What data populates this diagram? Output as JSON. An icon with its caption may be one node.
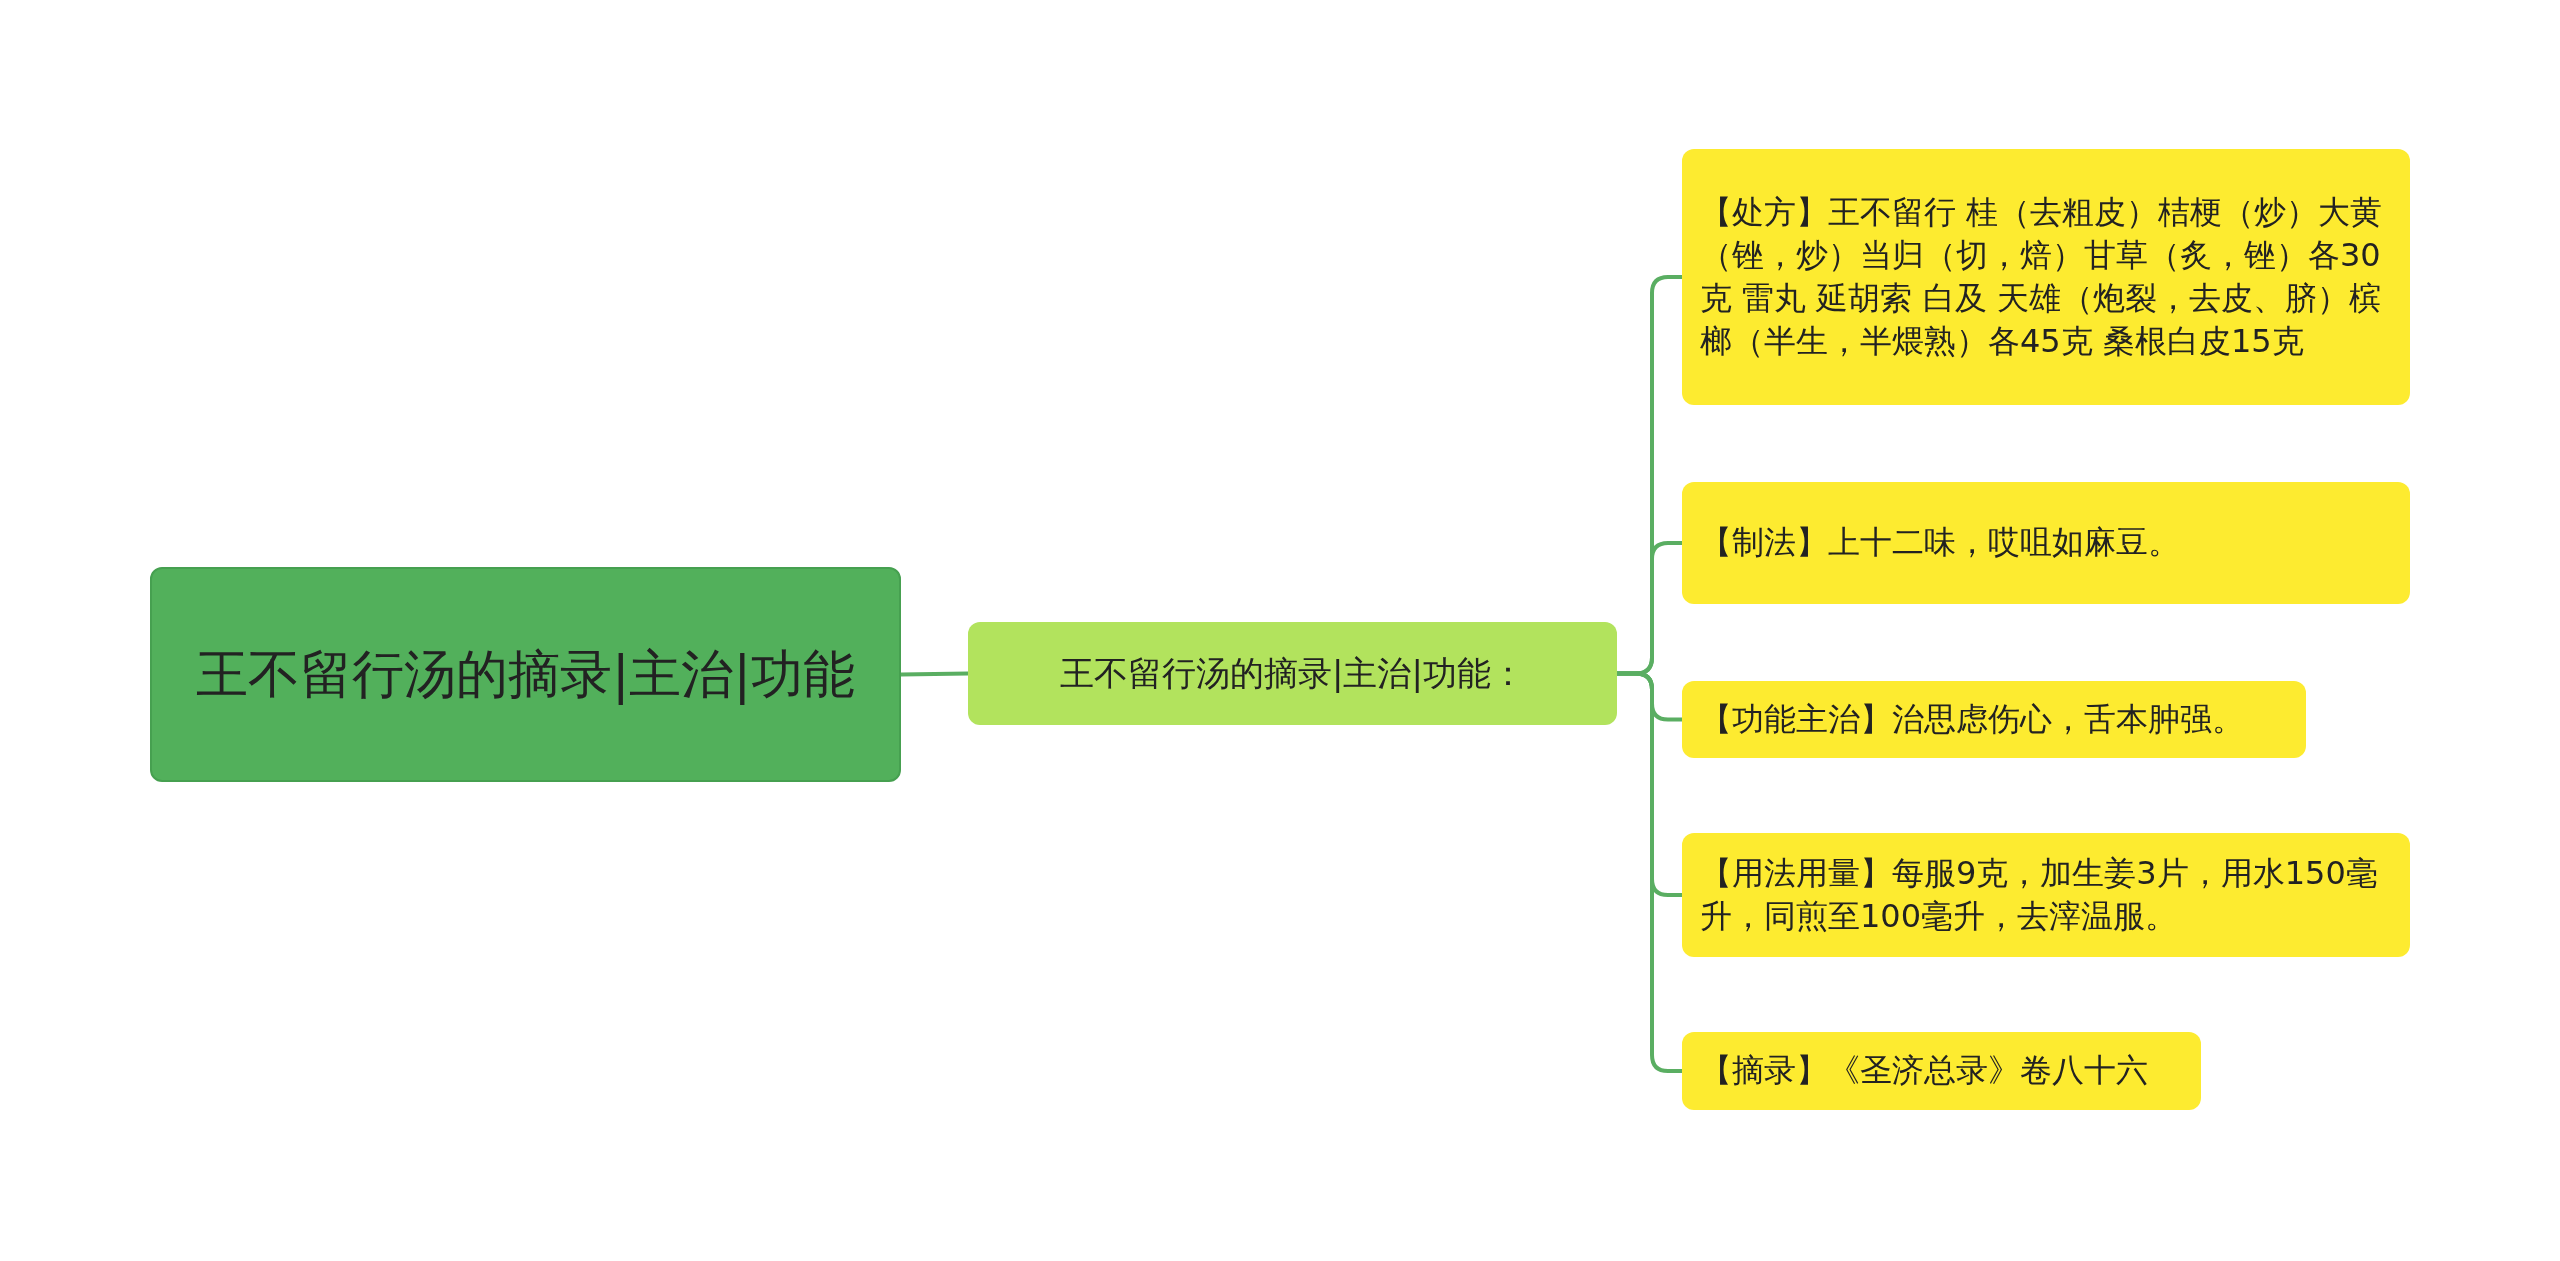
{
  "diagram": {
    "nodes": [
      {
        "text": [
          "王不留行汤的摘录|主治|功能"
        ]
      },
      {
        "text": [
          "王不留行汤的摘录|主治|功能："
        ]
      },
      {
        "text": [
          "【处方】王不留行 桂（去粗皮）桔梗（炒）大黄（锉，炒）当归（切，焙）甘草（炙，锉）各30克 雷丸 延胡索 白及 天雄（炮裂，去皮、脐）槟榔（半生，半煨熟）各45克 桑根白皮15克"
        ]
      },
      {
        "text": [
          "【制法】上十二味，哎咀如麻豆。"
        ]
      },
      {
        "text": [
          "【功能主治】治思虑伤心，舌本肿强。"
        ]
      },
      {
        "text": [
          "【用法用量】每服9克，加生姜3片，用水150毫升，同煎至100毫升，去滓温服。"
        ]
      },
      {
        "text": [
          "【摘录】《圣济总录》卷八十六"
        ]
      }
    ],
    "edges": [
      {
        "from": 0,
        "to": 1,
        "arrow": "none"
      },
      {
        "from": 1,
        "to": 2,
        "arrow": "none"
      },
      {
        "from": 1,
        "to": 3,
        "arrow": "none"
      },
      {
        "from": 1,
        "to": 4,
        "arrow": "none"
      },
      {
        "from": 1,
        "to": 5,
        "arrow": "none"
      },
      {
        "from": 1,
        "to": 6,
        "arrow": "none"
      }
    ]
  }
}
